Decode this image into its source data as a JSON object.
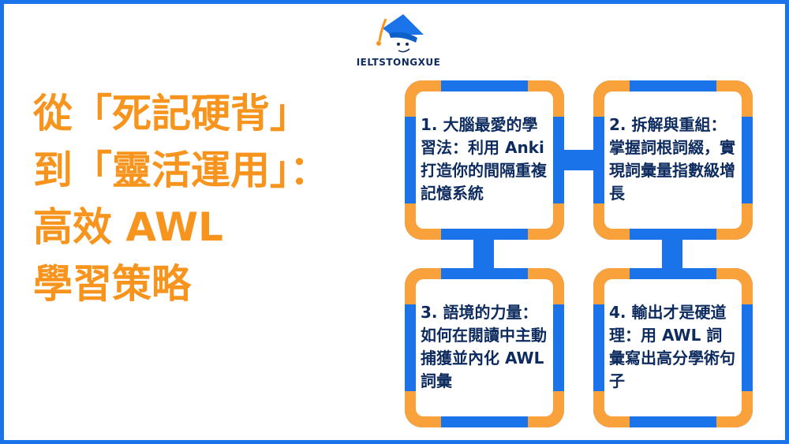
{
  "logo": {
    "text": "IELTSTONGXUE"
  },
  "title": {
    "lines": [
      "從「死記硬背」",
      "到「靈活運用」：",
      "高效 AWL",
      "學習策略"
    ]
  },
  "steps": [
    {
      "text": "1. 大腦最愛的學習法：利用 Anki 打造你的間隔重複記憶系統"
    },
    {
      "text": "2. 拆解與重組：掌握詞根詞綴，實現詞彙量指數級增長"
    },
    {
      "text": "3. 語境的力量：如何在閱讀中主動捕獲並內化 AWL 詞彙"
    },
    {
      "text": "4. 輸出才是硬道理：用 AWL 詞彙寫出高分學術句子"
    }
  ],
  "colors": {
    "blue": "#1a73e8",
    "orange": "#f7941d",
    "navy": "#0d2b5e"
  }
}
